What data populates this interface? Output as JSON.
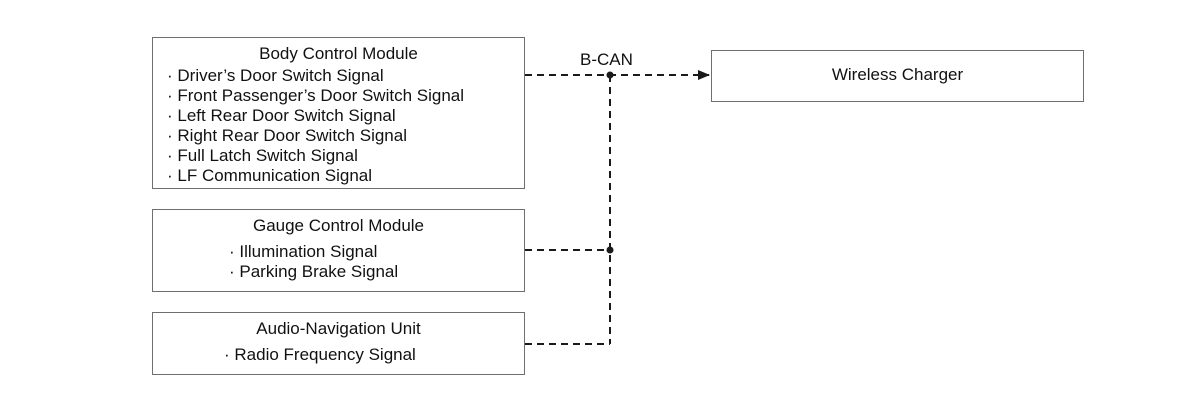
{
  "bus": {
    "label": "B-CAN"
  },
  "modules": {
    "body_control": {
      "title": "Body Control Module",
      "signals": [
        "Driver’s Door Switch Signal",
        "Front Passenger’s Door Switch Signal",
        "Left Rear Door Switch Signal",
        "Right Rear Door Switch Signal",
        "Full Latch Switch Signal",
        "LF Communication Signal"
      ]
    },
    "gauge_control": {
      "title": "Gauge Control Module",
      "signals": [
        "Illumination Signal",
        "Parking Brake Signal"
      ]
    },
    "audio_navigation": {
      "title": "Audio-Navigation Unit",
      "signals": [
        "Radio Frequency Signal"
      ]
    },
    "wireless_charger": {
      "title": "Wireless Charger"
    }
  },
  "colors": {
    "box_border": "#6f6f6f",
    "line": "#1a1a1a",
    "text": "#111111"
  }
}
